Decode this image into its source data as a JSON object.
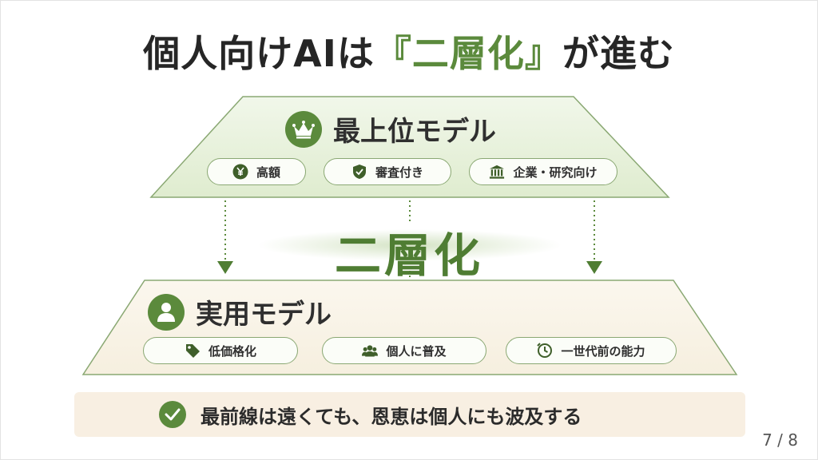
{
  "title": {
    "prefix": "個人向けAIは",
    "accent": "『二層化』",
    "suffix": "が進む"
  },
  "top_tier": {
    "title": "最上位モデル",
    "icon": "crown-icon",
    "chips": [
      {
        "label": "高額",
        "icon": "yen-icon"
      },
      {
        "label": "審査付き",
        "icon": "shield-check-icon"
      },
      {
        "label": "企業・研究向け",
        "icon": "institution-icon"
      }
    ]
  },
  "middle_label": "二層化",
  "bottom_tier": {
    "title": "実用モデル",
    "icon": "person-icon",
    "chips": [
      {
        "label": "低価格化",
        "icon": "price-tag-icon"
      },
      {
        "label": "個人に普及",
        "icon": "people-icon"
      },
      {
        "label": "一世代前の能力",
        "icon": "clock-icon"
      }
    ]
  },
  "footer_message": "最前線は遠くても、恩恵は個人にも波及する",
  "page_number": "7 / 8",
  "colors": {
    "accent": "#5b8a3c",
    "top_fill": "#e8f1de",
    "bottom_fill": "#faf4e6",
    "footer_fill": "#f8efe2"
  }
}
